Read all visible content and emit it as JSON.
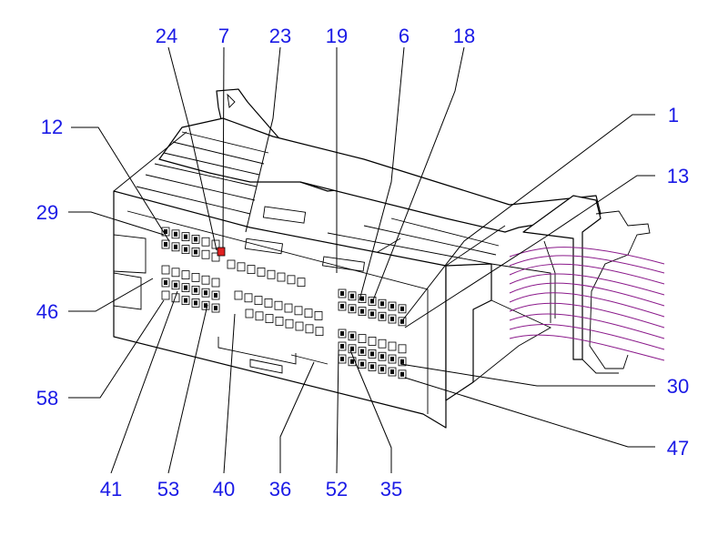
{
  "diagram": {
    "highlight_color": "#e02020",
    "label_color": "#1a1ae6",
    "wire_color": "#8b1a8b",
    "labels": {
      "l24": "24",
      "l7": "7",
      "l23": "23",
      "l19": "19",
      "l6": "6",
      "l18": "18",
      "l1": "1",
      "l12": "12",
      "l13": "13",
      "l29": "29",
      "l46": "46",
      "l58": "58",
      "l30": "30",
      "l47": "47",
      "l41": "41",
      "l53": "53",
      "l40": "40",
      "l36": "36",
      "l52": "52",
      "l35": "35"
    }
  }
}
